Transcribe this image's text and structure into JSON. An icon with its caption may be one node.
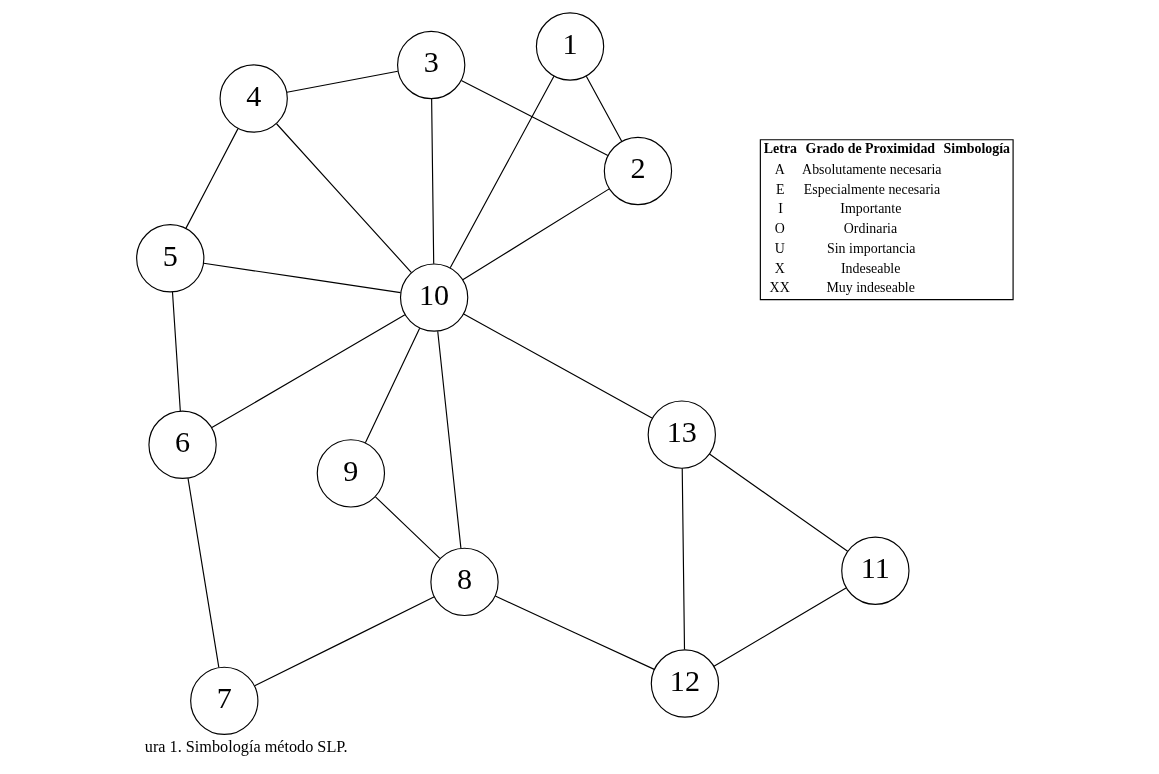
{
  "diagram": {
    "caption": "ura 1. Simbología método SLP.",
    "nodes": [
      {
        "text": [
          "1"
        ]
      },
      {
        "text": [
          "2"
        ]
      },
      {
        "text": [
          "3"
        ]
      },
      {
        "text": [
          "4"
        ]
      },
      {
        "text": [
          "5"
        ]
      },
      {
        "text": [
          "6"
        ]
      },
      {
        "text": [
          "7"
        ]
      },
      {
        "text": [
          "8"
        ]
      },
      {
        "text": [
          "9"
        ]
      },
      {
        "text": [
          "10"
        ]
      },
      {
        "text": [
          "11"
        ]
      },
      {
        "text": [
          "12"
        ]
      },
      {
        "text": [
          "13"
        ]
      }
    ],
    "edges": [
      {
        "from": 0,
        "to": 1,
        "arrow": "none"
      },
      {
        "from": 1,
        "to": 2,
        "arrow": "none"
      },
      {
        "from": 2,
        "to": 3,
        "arrow": "none"
      },
      {
        "from": 3,
        "to": 4,
        "arrow": "none"
      },
      {
        "from": 4,
        "to": 5,
        "arrow": "none"
      },
      {
        "from": 5,
        "to": 6,
        "arrow": "none"
      },
      {
        "from": 6,
        "to": 7,
        "arrow": "none"
      },
      {
        "from": 7,
        "to": 8,
        "arrow": "none"
      },
      {
        "from": 8,
        "to": 9,
        "arrow": "none"
      },
      {
        "from": 7,
        "to": 9,
        "arrow": "none"
      },
      {
        "from": 0,
        "to": 9,
        "arrow": "none"
      },
      {
        "from": 1,
        "to": 9,
        "arrow": "none"
      },
      {
        "from": 2,
        "to": 9,
        "arrow": "none"
      },
      {
        "from": 3,
        "to": 9,
        "arrow": "none"
      },
      {
        "from": 4,
        "to": 9,
        "arrow": "none"
      },
      {
        "from": 5,
        "to": 9,
        "arrow": "none"
      },
      {
        "from": 12,
        "to": 9,
        "arrow": "none"
      },
      {
        "from": 10,
        "to": 12,
        "arrow": "none"
      },
      {
        "from": 11,
        "to": 12,
        "arrow": "none"
      },
      {
        "from": 10,
        "to": 11,
        "arrow": "none"
      },
      {
        "from": 11,
        "to": 7,
        "arrow": "none"
      }
    ],
    "labels": [
      "Letra",
      "Grado de Proximidad",
      "Simbología",
      "A",
      "Absolutamente necesaria",
      "E",
      "Especialmente necesaria",
      "I",
      "Importante",
      "O",
      "Ordinaria",
      "U",
      "Sin importancia",
      "X",
      "Indeseable",
      "XX",
      "Muy indeseable"
    ]
  }
}
